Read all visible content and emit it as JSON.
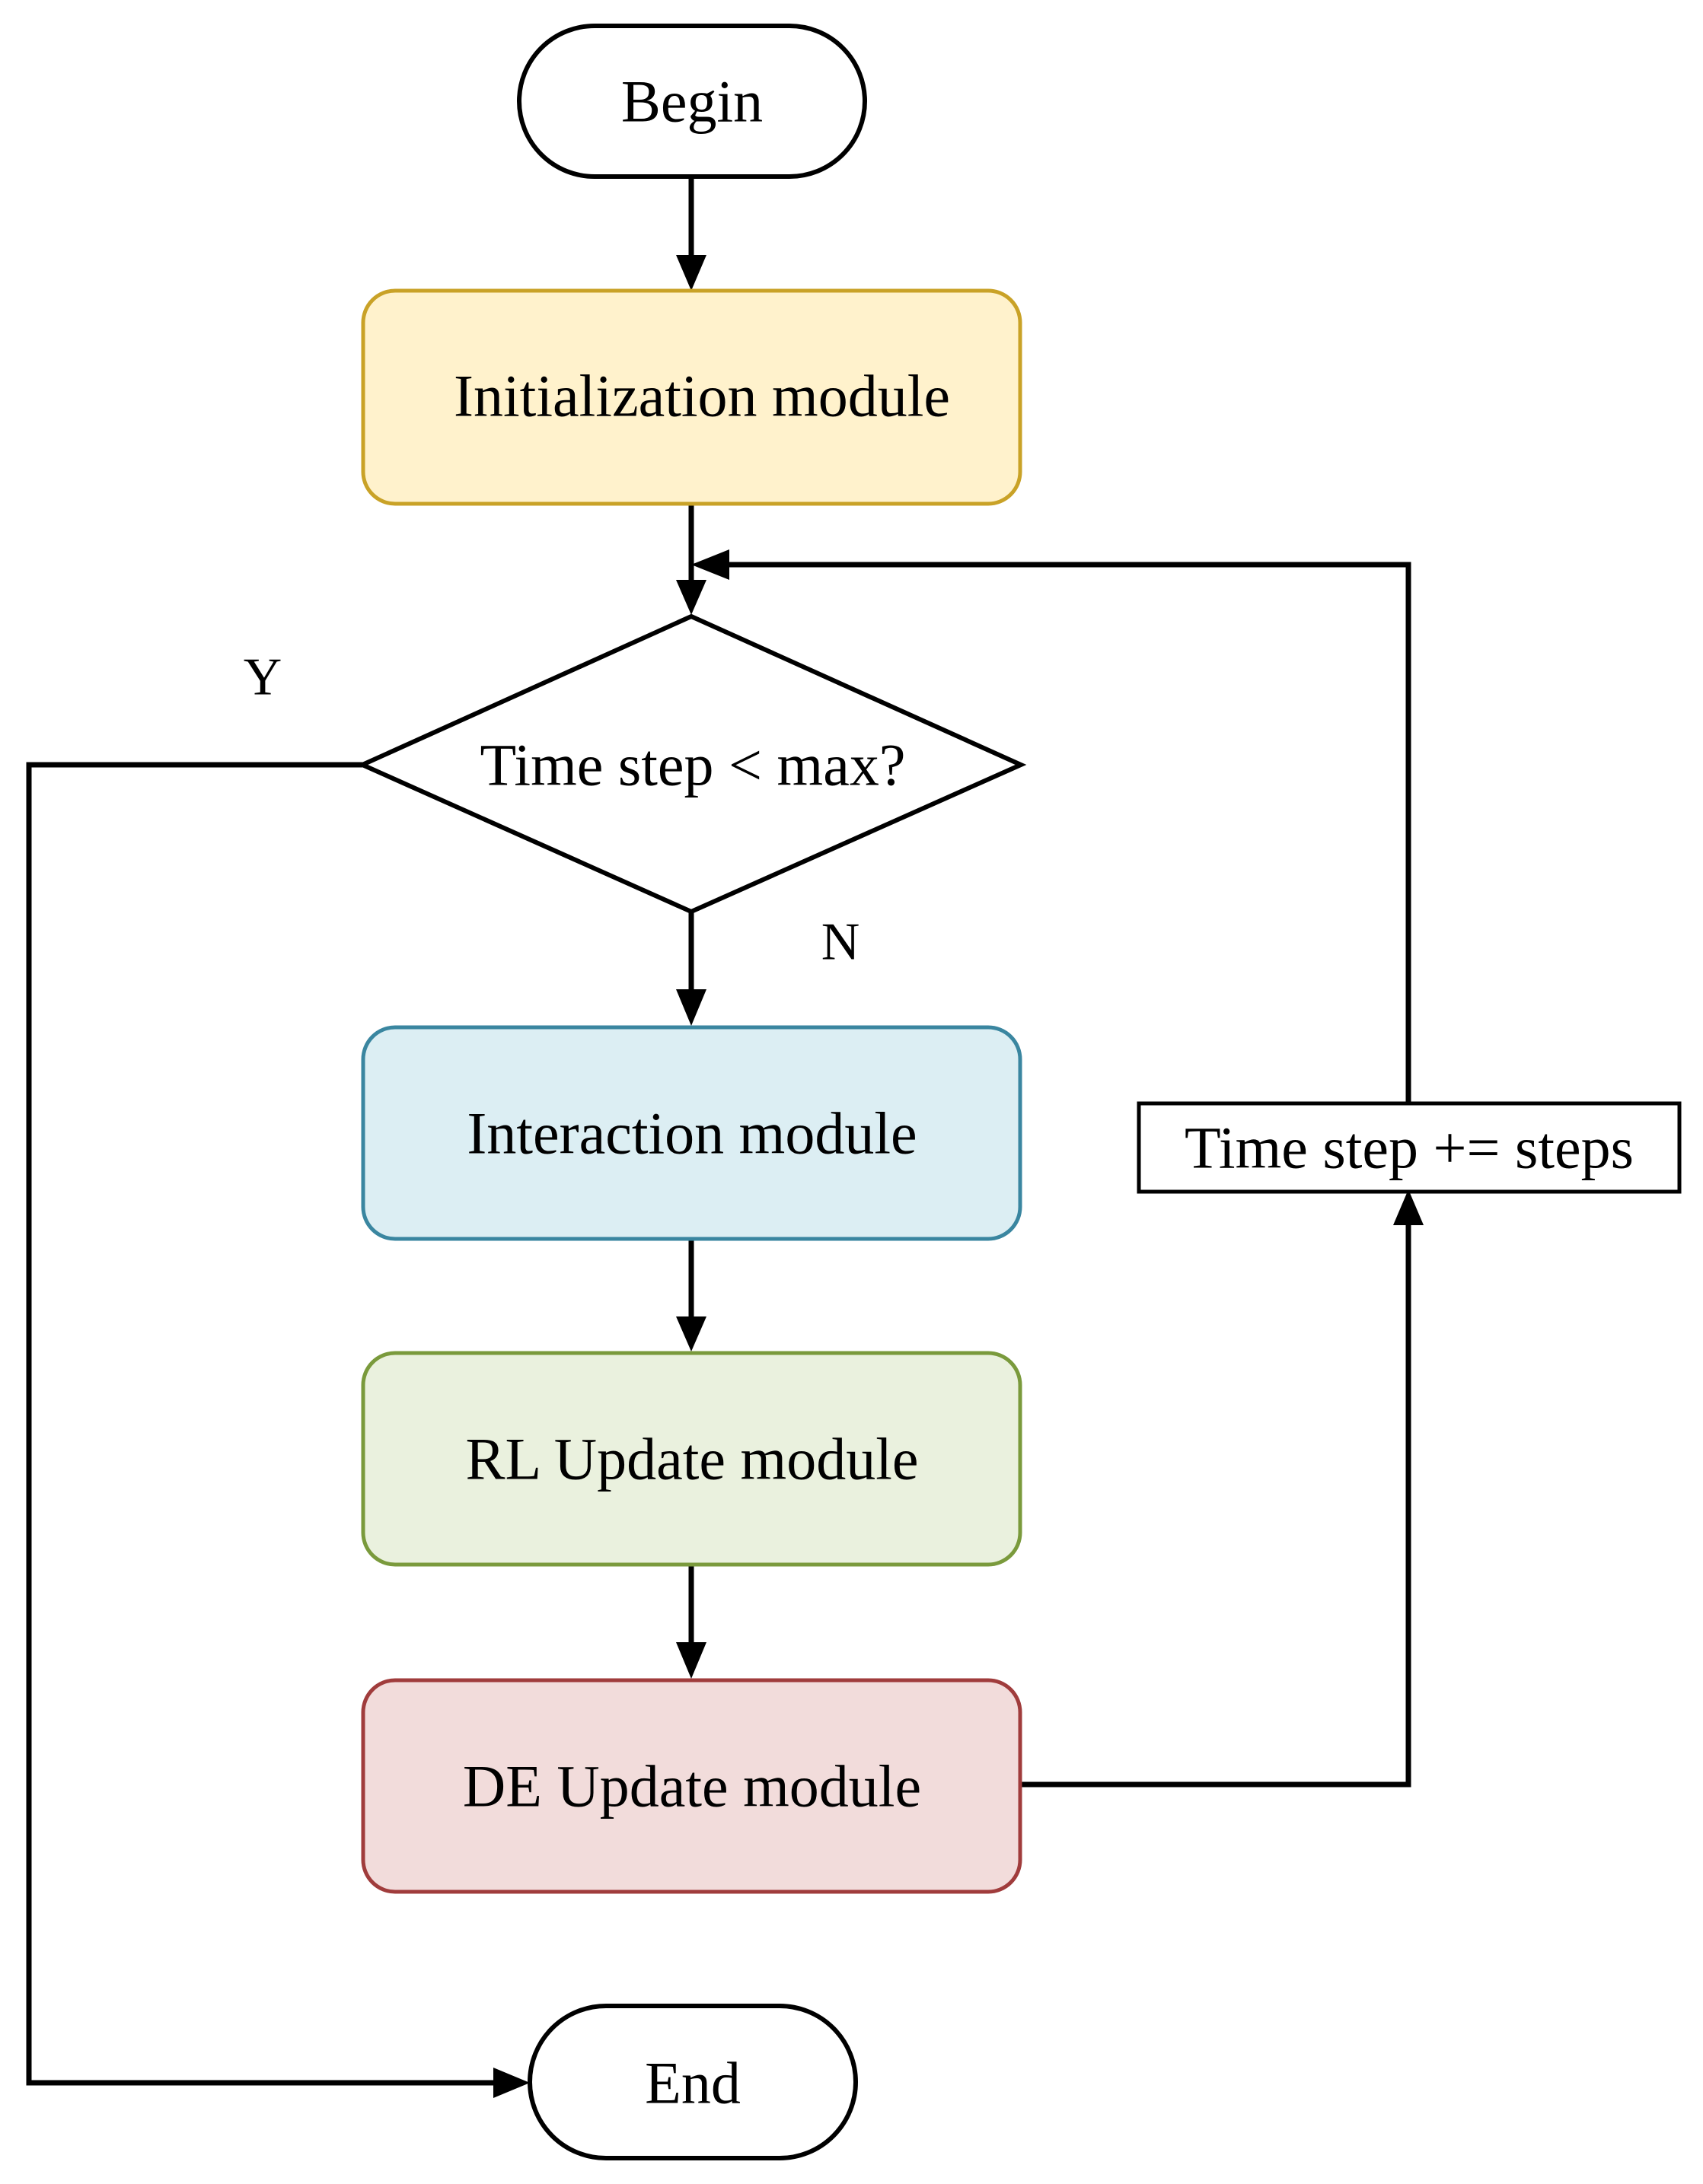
{
  "flowchart": {
    "nodes": {
      "begin": {
        "label": "Begin",
        "shape": "terminal"
      },
      "init": {
        "label": "Initialization module",
        "shape": "process",
        "fill": "#FFF2CC",
        "stroke": "#C9A227"
      },
      "decision": {
        "label": "Time step < max?",
        "shape": "decision"
      },
      "interaction": {
        "label": "Interaction module",
        "shape": "process",
        "fill": "#DCEEF3",
        "stroke": "#3A86A0"
      },
      "rl_update": {
        "label": "RL Update module",
        "shape": "process",
        "fill": "#EAF1DE",
        "stroke": "#7A9A3C"
      },
      "de_update": {
        "label": "DE Update module",
        "shape": "process",
        "fill": "#F2DCDB",
        "stroke": "#A03C3C"
      },
      "time_increment": {
        "label": "Time step += steps",
        "shape": "process"
      },
      "end": {
        "label": "End",
        "shape": "terminal"
      }
    },
    "branches": {
      "yes_label": "Y",
      "no_label": "N"
    },
    "edges": [
      {
        "from": "begin",
        "to": "init"
      },
      {
        "from": "init",
        "to": "decision"
      },
      {
        "from": "decision",
        "to": "interaction",
        "label": "N"
      },
      {
        "from": "decision",
        "to": "end",
        "label": "Y"
      },
      {
        "from": "interaction",
        "to": "rl_update"
      },
      {
        "from": "rl_update",
        "to": "de_update"
      },
      {
        "from": "de_update",
        "to": "time_increment"
      },
      {
        "from": "time_increment",
        "to": "decision"
      }
    ]
  }
}
